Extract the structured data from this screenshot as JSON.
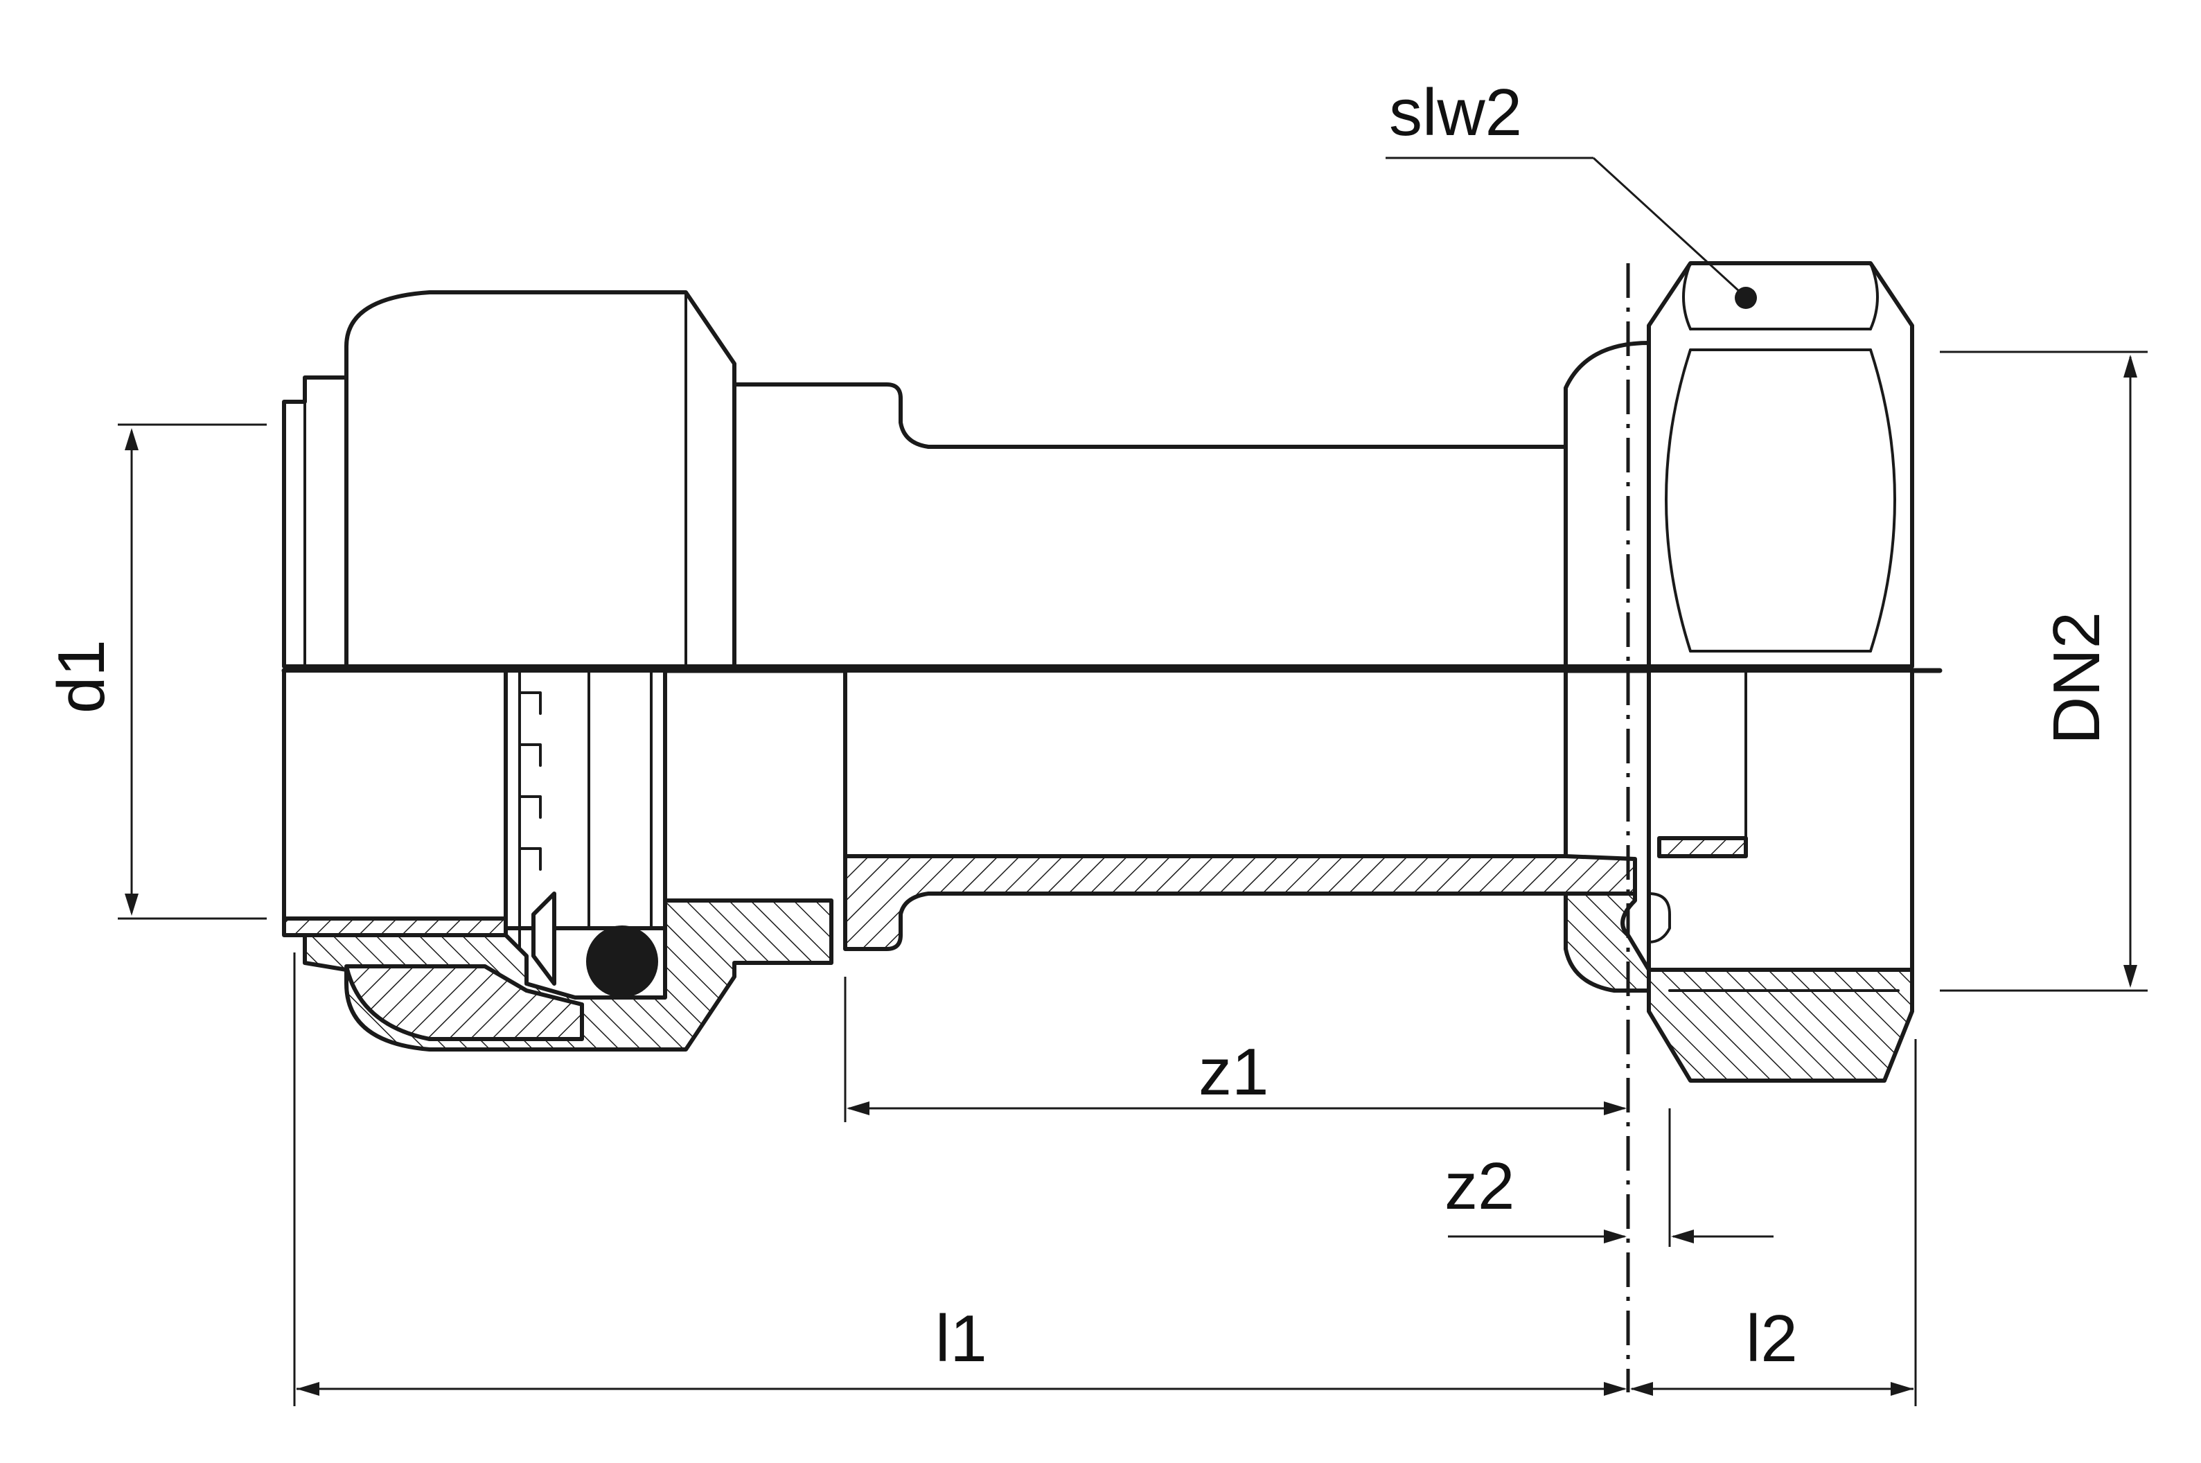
{
  "labels": {
    "slw": "slw2",
    "d1": "d1",
    "dn": "DN2",
    "z1": "z1",
    "z2": "z2",
    "l1": "l1",
    "l2": "l2"
  },
  "colors": {
    "line": "#1a1a1a",
    "background": "#ffffff"
  }
}
